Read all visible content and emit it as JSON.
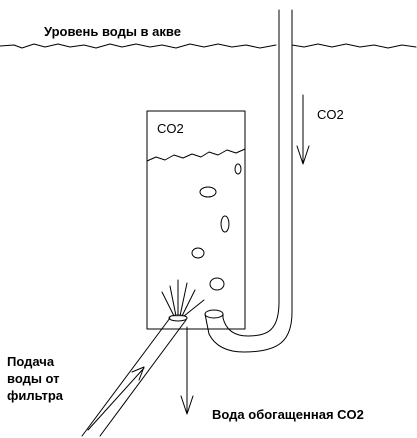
{
  "labels": {
    "water_level": "Уровень воды в акве",
    "co2_tube": "CO2",
    "co2_chamber": "CO2",
    "feed_line1": "Подача",
    "feed_line2": "воды от",
    "feed_line3": "фильтра",
    "output": "Вода обогащенная CO2"
  },
  "colors": {
    "stroke": "#000000",
    "background": "#ffffff"
  }
}
